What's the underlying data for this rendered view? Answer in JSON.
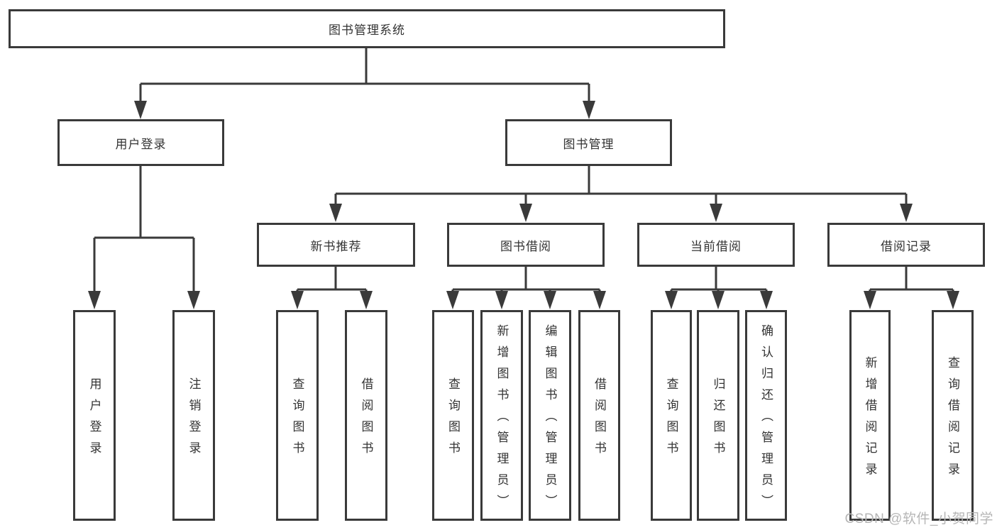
{
  "diagram": {
    "root": {
      "label": "图书管理系统"
    },
    "level2": [
      {
        "label": "用户登录",
        "children": [
          {
            "label": "用户登录"
          },
          {
            "label": "注销登录"
          }
        ]
      },
      {
        "label": "图书管理",
        "children": [
          {
            "label": "新书推荐",
            "children": [
              {
                "label": "查询图书"
              },
              {
                "label": "借阅图书"
              }
            ]
          },
          {
            "label": "图书借阅",
            "children": [
              {
                "label": "查询图书"
              },
              {
                "label": "新增图书（管理员）"
              },
              {
                "label": "编辑图书（管理员）"
              },
              {
                "label": "借阅图书"
              }
            ]
          },
          {
            "label": "当前借阅",
            "children": [
              {
                "label": "查询图书"
              },
              {
                "label": "归还图书"
              },
              {
                "label": "确认归还（管理员）"
              }
            ]
          },
          {
            "label": "借阅记录",
            "children": [
              {
                "label": "新增借阅记录"
              },
              {
                "label": "查询借阅记录"
              }
            ]
          }
        ]
      }
    ]
  },
  "watermark": {
    "text": "CSDN @软件_小贺同学"
  },
  "colors": {
    "line": "#3a3a3a",
    "box_border": "#3a3a3a",
    "text": "#333333",
    "watermark": "#b6b6b6",
    "background": "#ffffff"
  }
}
